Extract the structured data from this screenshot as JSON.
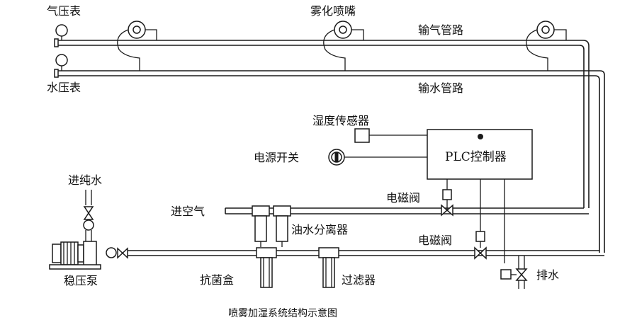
{
  "labels": {
    "air_gauge": "气压表",
    "water_gauge": "水压表",
    "nozzle": "雾化喷嘴",
    "air_pipe": "输气管路",
    "water_pipe": "输水管路",
    "humidity_sensor": "湿度传感器",
    "power_switch": "电源开关",
    "plc": "PLC控制器",
    "solenoid_top": "电磁阀",
    "solenoid_bottom": "电磁阀",
    "pure_water_in": "进纯水",
    "air_in": "进空气",
    "oil_water_separator": "油水分离器",
    "pump": "稳压泵",
    "antibacterial_box": "抗菌盒",
    "filter": "过滤器",
    "drain": "排水",
    "caption": "喷雾加湿系统结构示意图"
  }
}
